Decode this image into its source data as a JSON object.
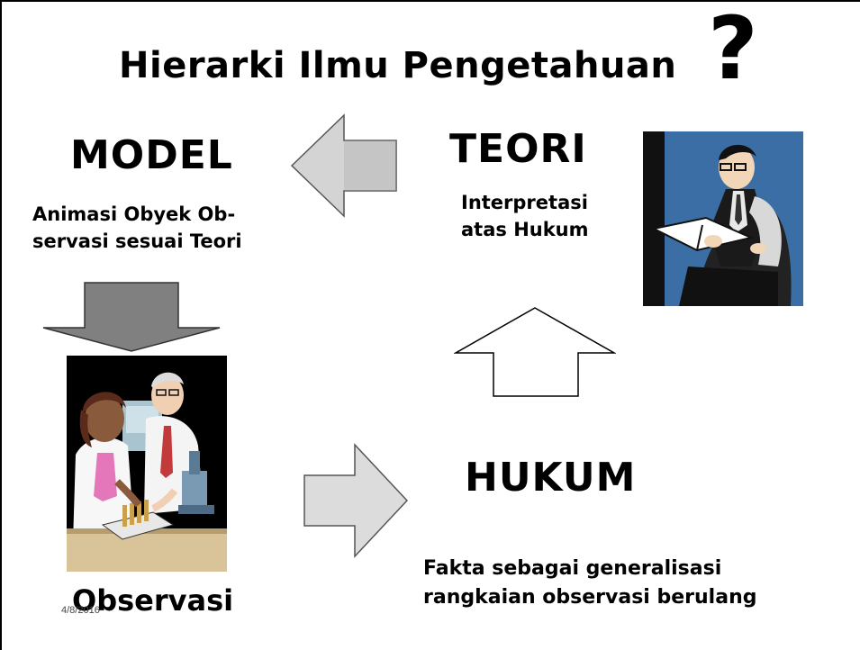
{
  "title": "Hierarki Ilmu Pengetahuan",
  "title_mark": "?",
  "nodes": {
    "model": {
      "label": "MODEL",
      "desc_line1": "Animasi Obyek Ob-",
      "desc_line2": "servasi sesuai Teori"
    },
    "teori": {
      "label": "TEORI",
      "desc_line1": "Interpretasi",
      "desc_line2": "atas Hukum"
    },
    "hukum": {
      "label": "HUKUM",
      "desc_line1": "Fakta sebagai generalisasi",
      "desc_line2": "rangkaian observasi berulang"
    },
    "observasi": {
      "label": "Observasi"
    }
  },
  "footer_date": "4/8/2016",
  "colors": {
    "arrow_dark": "#808080",
    "arrow_light": "#d4d4d4",
    "arrow_white": "#ffffff",
    "reader_bg": "#3b6ea5",
    "lab_bg": "#000000"
  },
  "icons": {
    "reader": "man-reading-book-clipart",
    "lab": "scientists-in-lab-clipart"
  }
}
